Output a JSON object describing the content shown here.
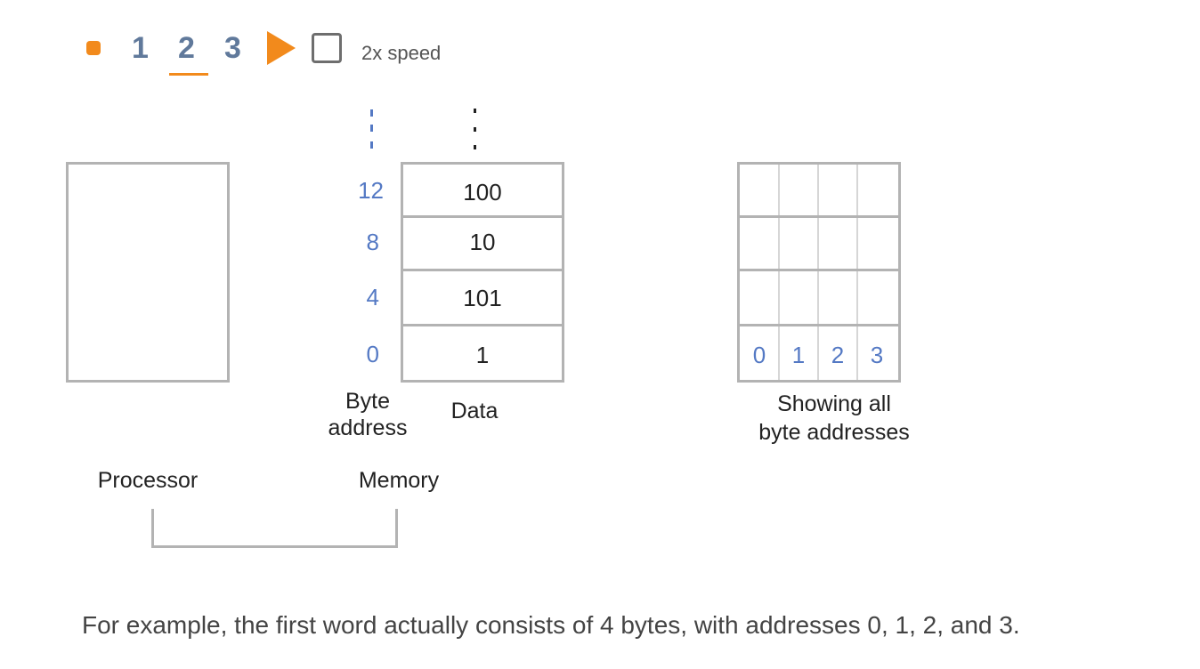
{
  "controls": {
    "steps": [
      "1",
      "2",
      "3"
    ],
    "active_step": "2",
    "speed_label": "2x speed",
    "speed_checked": false,
    "accent_color": "#F28A1C",
    "step_color": "#60799B",
    "icons": [
      "stop-icon",
      "play-icon"
    ]
  },
  "diagram": {
    "memory": {
      "addresses": [
        "12",
        "8",
        "4",
        "0"
      ],
      "data": [
        "100",
        "10",
        "101",
        "1"
      ],
      "address_label_line1": "Byte",
      "address_label_line2": "address",
      "data_label": "Data"
    },
    "byte_view": {
      "bytes": [
        "0",
        "1",
        "2",
        "3"
      ],
      "label_line1": "Showing all",
      "label_line2": "byte addresses"
    },
    "processor_label": "Processor",
    "memory_label": "Memory",
    "address_color": "#5479C4"
  },
  "caption": "For example, the first word actually consists of 4 bytes, with addresses 0, 1, 2, and 3."
}
